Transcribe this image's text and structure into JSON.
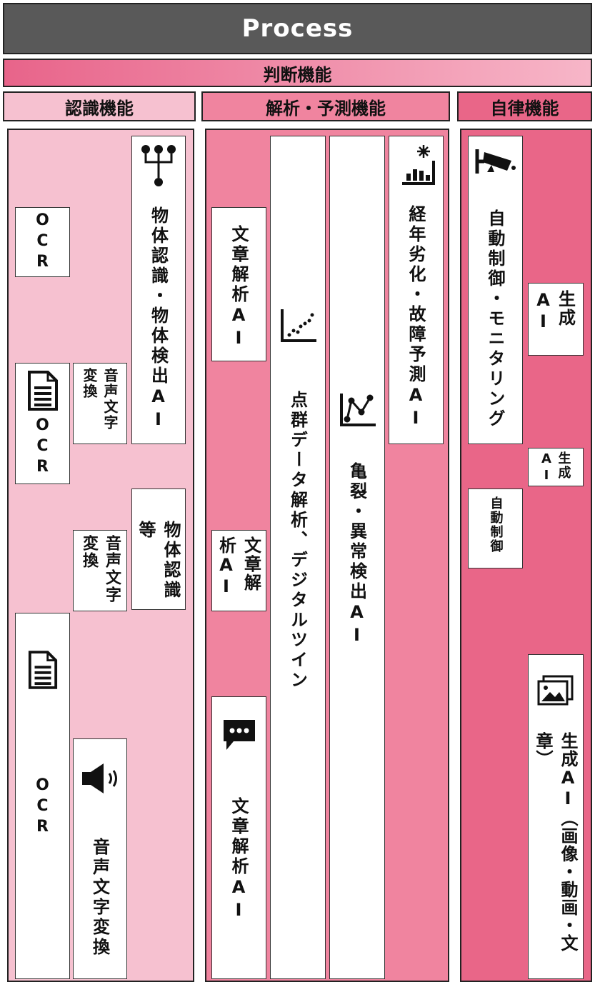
{
  "header": {
    "title": "Process"
  },
  "judgment_bar": {
    "label": "判断機能"
  },
  "sections": {
    "recognition": "認識機能",
    "analysis": "解析・予測機能",
    "autonomy": "自律機能"
  },
  "colors": {
    "header_bg": "#595959",
    "recognition_bg": "#f6c1d0",
    "analysis_bg": "#f0849f",
    "autonomy_bg": "#e96688",
    "judgment_gradient": [
      "#e8648a",
      "#f7b6c8"
    ]
  },
  "recognition": {
    "ocr_top": "OCR",
    "object_recognition": "物体認識・物体検出AI",
    "ocr_doc": "OCR",
    "speech_to_text_a": "音声文字変換",
    "object_recognition_etc": "物体認識等",
    "speech_to_text_b": "音声文字変換",
    "ocr_bottom": "OCR",
    "speech_to_text_c": "音声文字変換"
  },
  "analysis": {
    "text_analysis_a": "文章解析AI",
    "pointcloud": "点群データ解析、デジタルツイン",
    "crack_detection": "亀裂・異常検出AI",
    "aging_prediction": "経年劣化・故障予測AI",
    "text_analysis_b": "文章解析AI",
    "text_analysis_c": "文章解析AI"
  },
  "autonomy": {
    "auto_control_monitoring": "自動制御・モニタリング",
    "gen_ai_a": "生成AI",
    "gen_ai_b": "生成AI",
    "auto_control": "自動制御",
    "gen_ai_media": "生成AI（画像・動画・文章）"
  }
}
